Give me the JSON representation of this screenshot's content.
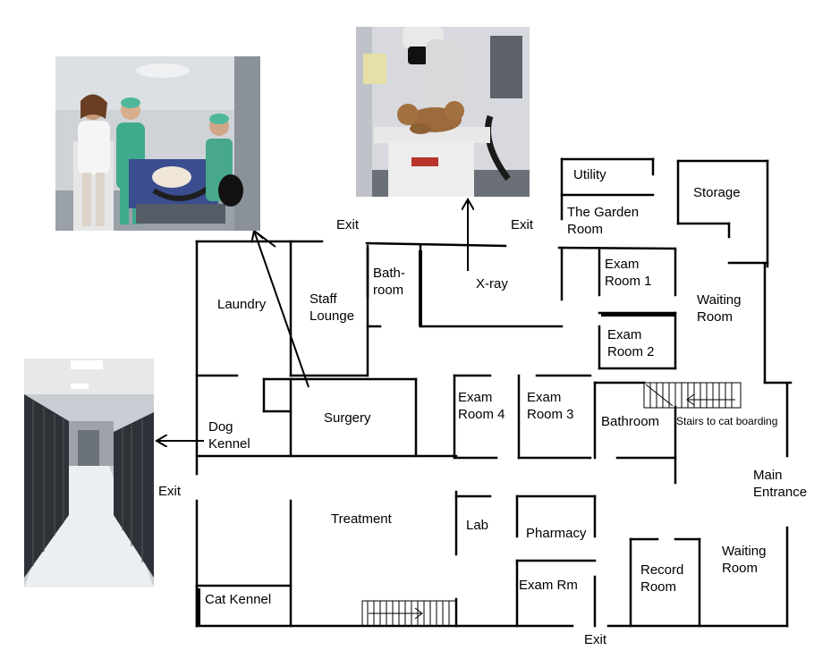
{
  "rooms": {
    "utility": "Utility",
    "storage": "Storage",
    "garden_1": "The Garden",
    "garden_2": "Room",
    "exam1_1": "Exam",
    "exam1_2": "Room 1",
    "waiting_top_1": "Waiting",
    "waiting_top_2": "Room",
    "exam2_1": "Exam",
    "exam2_2": "Room 2",
    "laundry": "Laundry",
    "staff_1": "Staff",
    "staff_2": "Lounge",
    "bath_1": "Bath-",
    "bath_2": "room",
    "xray": "X-ray",
    "exam4_1": "Exam",
    "exam4_2": "Room 4",
    "exam3_1": "Exam",
    "exam3_2": "Room 3",
    "bathroom": "Bathroom",
    "stairs_cat": "Stairs to cat boarding",
    "dog_1": "Dog",
    "dog_2": "Kennel",
    "surgery": "Surgery",
    "main_1": "Main",
    "main_2": "Entrance",
    "treatment": "Treatment",
    "lab": "Lab",
    "pharmacy": "Pharmacy",
    "waiting_bottom_1": "Waiting",
    "waiting_bottom_2": "Room",
    "record_1": "Record",
    "record_2": "Room",
    "exam_rm": "Exam Rm",
    "cat_kennel": "Cat Kennel"
  },
  "exits": {
    "top_left": "Exit",
    "top_right": "Exit",
    "left": "Exit",
    "bottom": "Exit"
  },
  "photos": [
    {
      "name": "surgery-photo",
      "depicts": "surgery room with staff"
    },
    {
      "name": "xray-photo",
      "depicts": "x-ray machine with stuffed dog"
    },
    {
      "name": "kennel-photo",
      "depicts": "dog kennel corridor"
    }
  ],
  "colors": {
    "walls": "#000000",
    "background": "#ffffff"
  }
}
